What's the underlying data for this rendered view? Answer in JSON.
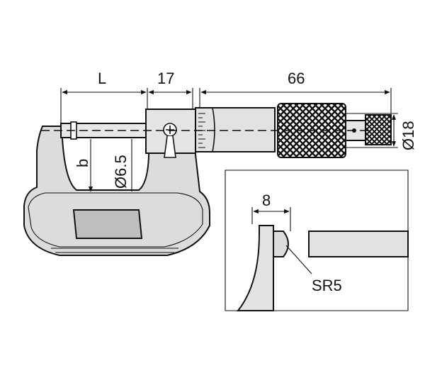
{
  "dimensions": {
    "length_label": "L",
    "width_label": "17",
    "spindle_length_label": "66",
    "thimble_diameter_label": "Ø18",
    "anvil_depth_label": "b",
    "anvil_diameter_label": "Ø6.5"
  },
  "detail": {
    "width_label": "8",
    "radius_label": "SR5"
  },
  "colors": {
    "line": "#111111",
    "body_fill": "#dcdcdc",
    "grip_fill": "#c9c9c9",
    "background": "#ffffff"
  }
}
